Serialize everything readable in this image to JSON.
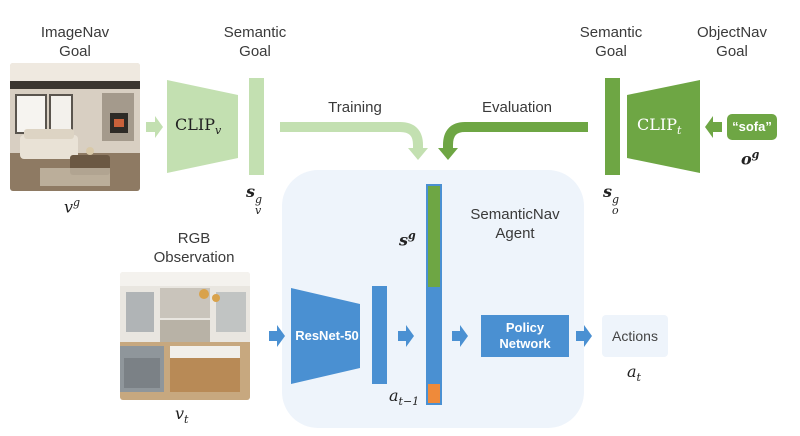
{
  "imagenav_goal": "ImageNav\nGoal",
  "semantic_goal_left": "Semantic\nGoal",
  "semantic_goal_right": "Semantic\nGoal",
  "objectnav_goal": "ObjectNav\nGoal",
  "training": "Training",
  "evaluation": "Evaluation",
  "clip_v": {
    "base": "CLIP",
    "sub": "v"
  },
  "clip_t": {
    "base": "CLIP",
    "sub": "t"
  },
  "sofa": "“sofa”",
  "v_g": {
    "base": "v",
    "sup": "g"
  },
  "s_v_g": {
    "base": "s",
    "sup": "g",
    "sub": "v"
  },
  "s_o_g": {
    "base": "s",
    "sup": "g",
    "sub": "o"
  },
  "o_g": {
    "base": "o",
    "sup": "g"
  },
  "s_g": {
    "base": "s",
    "sup": "g"
  },
  "agent": "SemanticNav\nAgent",
  "rgb_obs": "RGB\nObservation",
  "resnet": "ResNet-50",
  "policy": "Policy\nNetwork",
  "actions": "Actions",
  "a_t": {
    "base": "a",
    "sub": "t"
  },
  "a_t1": {
    "base": "a",
    "sub": "t−1"
  },
  "v_t": {
    "base": "v",
    "sub": "t"
  },
  "colors": {
    "light_green": "#c3e0b1",
    "dark_green": "#6ea644",
    "blue": "#4a90d2",
    "orange": "#ef8a3a",
    "panel": "#eef4fb"
  }
}
